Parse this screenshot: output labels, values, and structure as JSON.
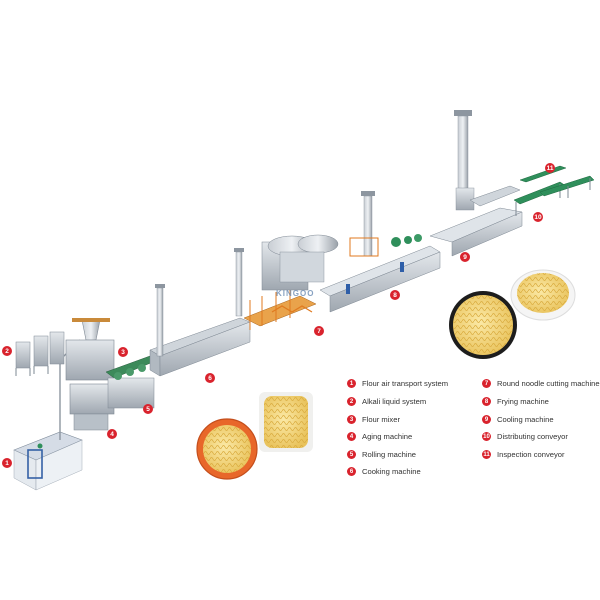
{
  "brand": "KINGOO",
  "legend": [
    {
      "num": "1",
      "label": "Flour air transport system"
    },
    {
      "num": "2",
      "label": "Alkali liquid system"
    },
    {
      "num": "3",
      "label": "Flour mixer"
    },
    {
      "num": "4",
      "label": "Aging machine"
    },
    {
      "num": "5",
      "label": "Rolling machine"
    },
    {
      "num": "6",
      "label": "Cooking machine"
    },
    {
      "num": "7",
      "label": "Round noodle cutting machine"
    },
    {
      "num": "8",
      "label": "Frying machine"
    },
    {
      "num": "9",
      "label": "Cooling machine"
    },
    {
      "num": "10",
      "label": "Distributing conveyor"
    },
    {
      "num": "11",
      "label": "Inspection conveyor"
    }
  ],
  "colors": {
    "badge": "#d9232d",
    "machine_grey": "#a9b0b8",
    "frame_orange": "#e07a1f",
    "belt_green": "#2f8f5b",
    "noodle": "#f2d27a"
  }
}
